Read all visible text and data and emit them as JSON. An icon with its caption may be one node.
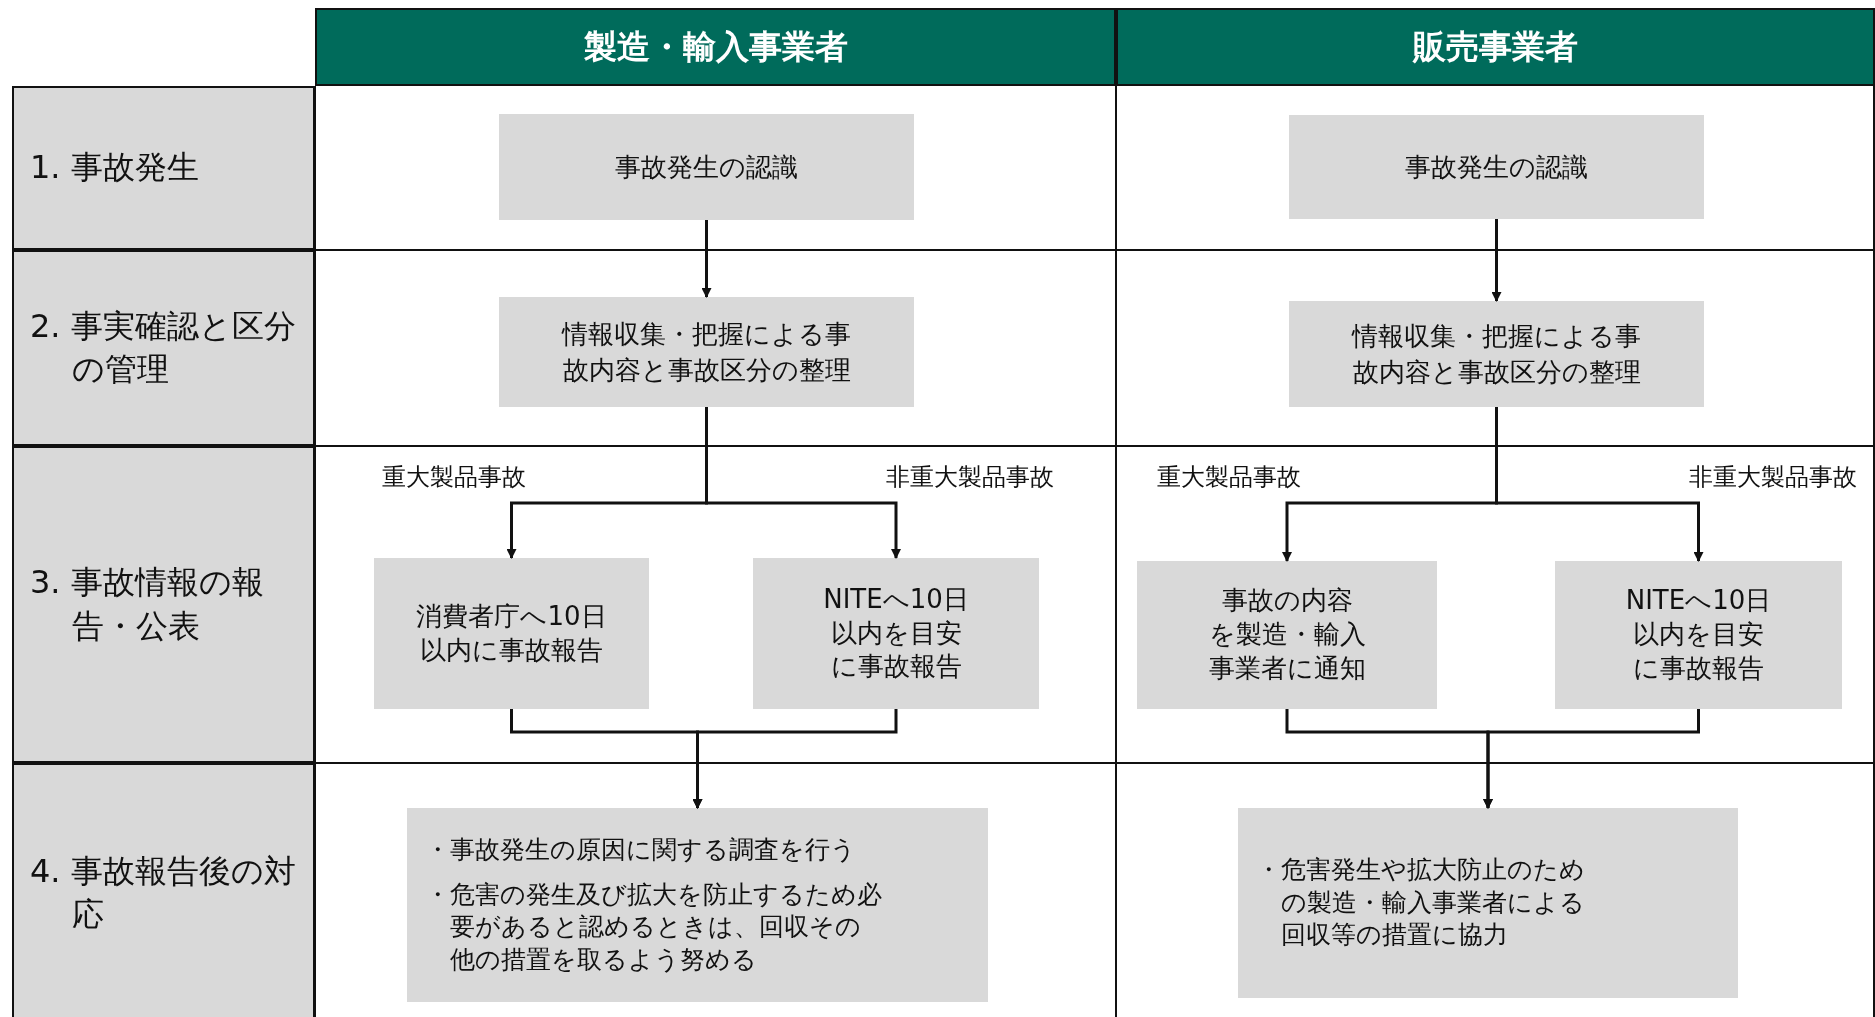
{
  "diagram": {
    "nodes": [
      {
        "text": [
          "製造・輸入事業者"
        ]
      },
      {
        "text": [
          "販売事業者"
        ]
      },
      {
        "text": [
          "1. 事故発生"
        ]
      },
      {
        "text": [
          "2. 事実確認と区分の管理"
        ]
      },
      {
        "text": [
          "3. 事故情報の報告・公表"
        ]
      },
      {
        "text": [
          "4. 事故報告後の対応"
        ]
      },
      {
        "text": [
          "事故発生の認識"
        ]
      },
      {
        "text": [
          "情報収集・把握による事故内容と事故区分の整理"
        ]
      },
      {
        "text": [
          "消費者庁へ10日以内に事故報告"
        ]
      },
      {
        "text": [
          "NITEへ10日以内を目安に事故報告"
        ]
      },
      {
        "text": [
          "・事故発生の原因に関する調査を行う",
          "・危害の発生及び拡大を防止するため必要があると認めるときは、回収その他の措置を取るよう努める"
        ]
      },
      {
        "text": [
          "事故発生の認識"
        ]
      },
      {
        "text": [
          "情報収集・把握による事故内容と事故区分の整理"
        ]
      },
      {
        "text": [
          "事故の内容を製造・輸入事業者に通知"
        ]
      },
      {
        "text": [
          "NITEへ10日以内を目安に事故報告"
        ]
      },
      {
        "text": [
          "・危害発生や拡大防止のための製造・輸入事業者による回収等の措置に協力"
        ]
      }
    ],
    "edges": [
      {
        "from": 6,
        "to": 7,
        "arrow": "to"
      },
      {
        "from": 7,
        "to": 8,
        "arrow": "to",
        "label": "重大製品事故"
      },
      {
        "from": 7,
        "to": 9,
        "arrow": "to",
        "label": "非重大製品事故"
      },
      {
        "from": 8,
        "to": 10,
        "arrow": "to"
      },
      {
        "from": 9,
        "to": 10,
        "arrow": "to"
      },
      {
        "from": 11,
        "to": 12,
        "arrow": "to"
      },
      {
        "from": 12,
        "to": 13,
        "arrow": "to",
        "label": "重大製品事故"
      },
      {
        "from": 12,
        "to": 14,
        "arrow": "to",
        "label": "非重大製品事故"
      },
      {
        "from": 13,
        "to": 15,
        "arrow": "to"
      },
      {
        "from": 14,
        "to": 15,
        "arrow": "to"
      }
    ]
  }
}
